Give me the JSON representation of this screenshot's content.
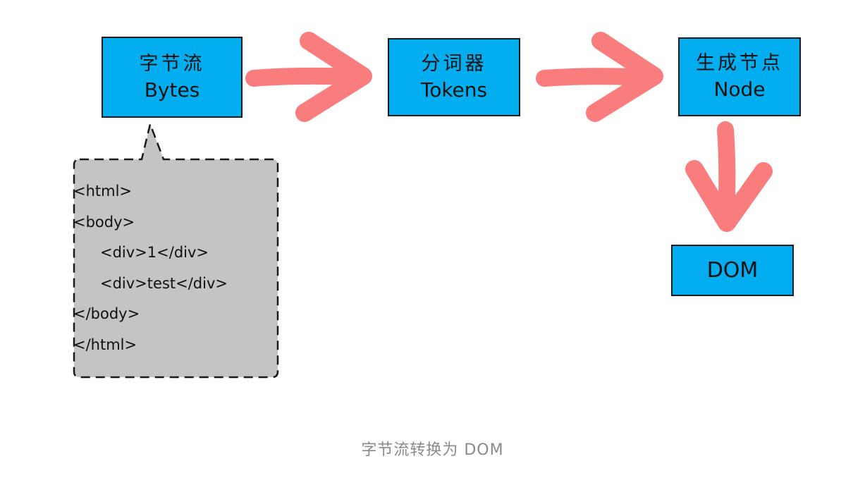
{
  "nodes": {
    "bytes": {
      "zh": "字节流",
      "en": "Bytes"
    },
    "tokens": {
      "zh": "分词器",
      "en": "Tokens"
    },
    "node": {
      "zh": "生成节点",
      "en": "Node"
    },
    "dom": {
      "en": "DOM"
    }
  },
  "callout": {
    "lines": [
      "<html>",
      "<body>",
      "<div>1</div>",
      "<div>test</div>",
      "</body>",
      "</html>"
    ]
  },
  "caption": "字节流转换为 DOM",
  "colors": {
    "box_fill": "#02aeef",
    "arrow": "#f97d7d",
    "callout_fill": "#c4c4c4",
    "caption": "#8a8a8a"
  }
}
